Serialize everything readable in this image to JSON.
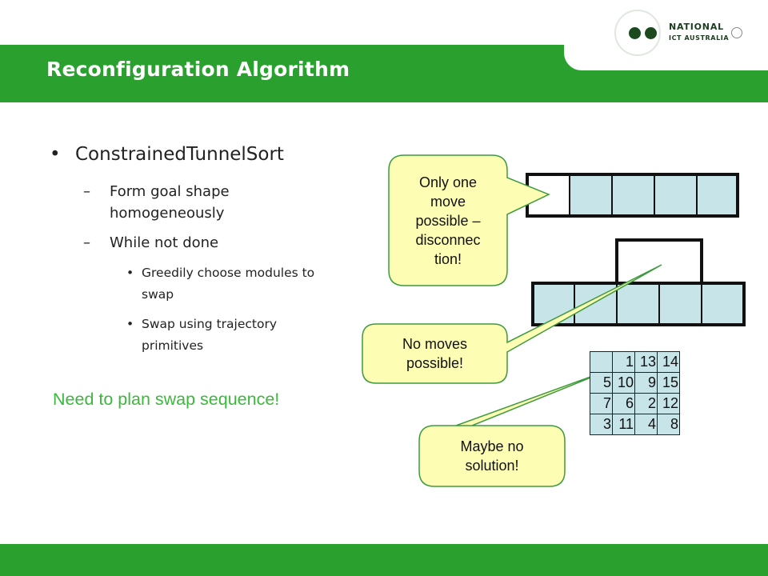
{
  "header": {
    "title": "Reconfiguration Algorithm",
    "logo": {
      "line1": "NATIONAL",
      "line2": "ICT AUSTRALIA"
    }
  },
  "colors": {
    "brand_green": "#2aa12f",
    "module_fill": "#c7e4e9",
    "callout_fill": "#fdfdb4",
    "note_green": "#3cb83c"
  },
  "content": {
    "bullet": "ConstrainedTunnelSort",
    "sub_items": [
      {
        "dash": "–",
        "text_line1": "Form goal shape",
        "text_line2": "homogeneously"
      },
      {
        "dash": "–",
        "text_line1": "While not done"
      }
    ],
    "sub_sub_items": [
      {
        "line1": "Greedily choose modules to",
        "line2": "swap"
      },
      {
        "line1": "Swap using trajectory",
        "line2": "primitives"
      }
    ],
    "note": "Need to plan swap sequence!"
  },
  "callouts": {
    "one_move": {
      "lines": [
        "Only one",
        "move",
        "possible –",
        "disconnec",
        "tion!"
      ]
    },
    "no_moves": {
      "lines": [
        "No moves",
        "possible!"
      ]
    },
    "maybe": {
      "lines": [
        "Maybe no",
        "solution!"
      ]
    }
  },
  "puzzle": {
    "rows": [
      [
        "",
        "1",
        "13",
        "14"
      ],
      [
        "5",
        "10",
        "9",
        "15"
      ],
      [
        "7",
        "6",
        "2",
        "12"
      ],
      [
        "3",
        "11",
        "4",
        "8"
      ]
    ]
  }
}
